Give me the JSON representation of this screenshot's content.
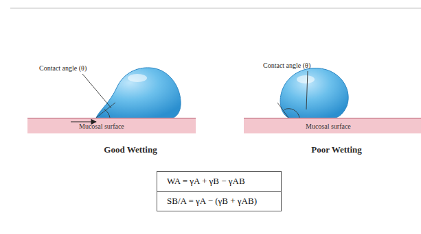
{
  "diagram": {
    "nodes": [
      {
        "text": [
          "Mucosal surface"
        ]
      },
      {
        "text": [
          "Mucosal surface"
        ]
      },
      {
        "text": [
          "WA = γA + γB − γAB",
          "SB/A = γA − (γB + γAB)"
        ]
      }
    ],
    "labels": [
      "Contact angle (θ)",
      "Contact angle (θ)",
      "Good Wetting",
      "Poor Wetting"
    ]
  }
}
